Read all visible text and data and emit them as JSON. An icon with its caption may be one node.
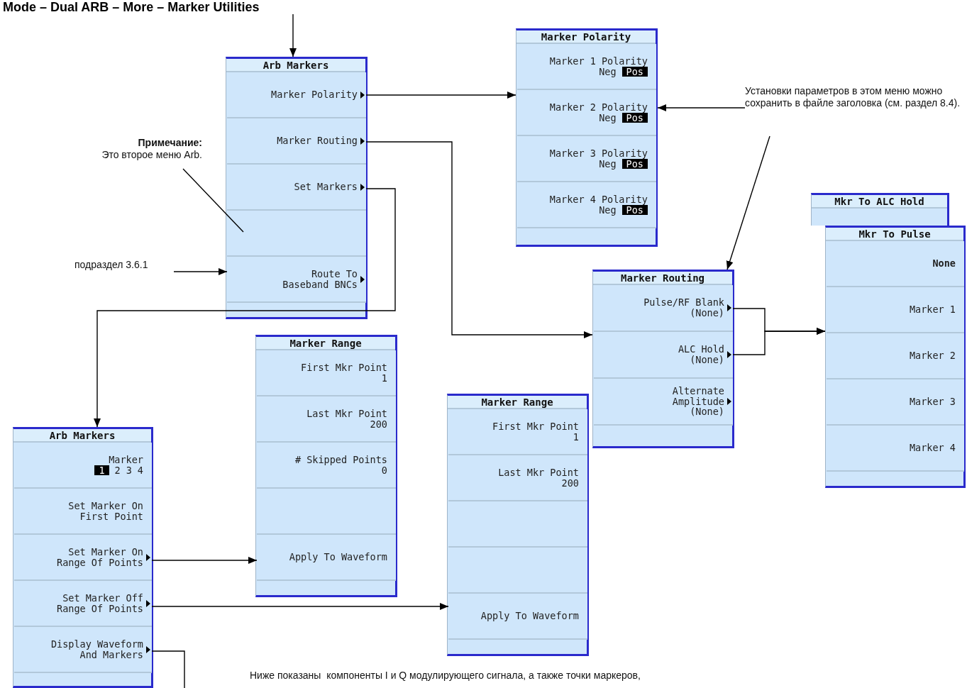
{
  "diagram": {
    "nodes": [
      {
        "text": [
          "Mode – Dual ARB – More – Marker Utilities"
        ]
      },
      {
        "text": [
          "Arb Markers"
        ]
      },
      {
        "text": [
          "Marker Polarity"
        ],
        "in": 1
      },
      {
        "text": [
          "Marker Routing"
        ],
        "in": 1
      },
      {
        "text": [
          "Set Markers"
        ],
        "in": 1
      },
      {
        "text": [],
        "shape": "box",
        "in": 1
      },
      {
        "text": [
          "Route To Baseband BNCs"
        ],
        "in": 1
      },
      {
        "text": [
          "Примечание:",
          "Это второе меню Arb."
        ]
      },
      {
        "text": [
          "подраздел 3.6.1"
        ]
      },
      {
        "text": [
          "Marker Polarity"
        ]
      },
      {
        "text": [
          "Marker 1 Polarity",
          "Neg",
          "Pos"
        ],
        "in": 9
      },
      {
        "text": [
          "Marker 2 Polarity",
          "Neg",
          "Pos"
        ],
        "in": 9
      },
      {
        "text": [
          "Marker 3 Polarity",
          "Neg",
          "Pos"
        ],
        "in": 9
      },
      {
        "text": [
          "Marker 4 Polarity",
          "Neg",
          "Pos"
        ],
        "in": 9
      },
      {
        "text": [
          "Установки параметров в этом меню можно сохранить в файле заголовка (см. раздел 8.4)."
        ]
      },
      {
        "text": [
          "Marker Routing"
        ]
      },
      {
        "text": [
          "Pulse/RF Blank",
          "(None)"
        ],
        "in": 15
      },
      {
        "text": [
          "ALC Hold",
          "(None)"
        ],
        "in": 15
      },
      {
        "text": [
          "Alternate Amplitude",
          "(None)"
        ],
        "in": 15
      },
      {
        "text": [
          "Mkr To ALC Hold"
        ]
      },
      {
        "text": [
          "Mkr To Pulse"
        ]
      },
      {
        "text": [
          "None"
        ],
        "in": 20
      },
      {
        "text": [
          "Marker 1"
        ],
        "in": 20
      },
      {
        "text": [
          "Marker 2"
        ],
        "in": 20
      },
      {
        "text": [
          "Marker 3"
        ],
        "in": 20
      },
      {
        "text": [
          "Marker 4"
        ],
        "in": 20
      },
      {
        "text": [
          "Arb Markers"
        ]
      },
      {
        "text": [
          "Marker",
          "1",
          "2",
          "3",
          "4"
        ],
        "in": 26
      },
      {
        "text": [
          "Set Marker On First Point"
        ],
        "in": 26
      },
      {
        "text": [
          "Set Marker On Range Of Points"
        ],
        "in": 26
      },
      {
        "text": [
          "Set Marker Off Range Of Points"
        ],
        "in": 26
      },
      {
        "text": [
          "Display Waveform And Markers"
        ],
        "in": 26
      },
      {
        "text": [
          "Marker Range"
        ]
      },
      {
        "text": [
          "First Mkr Point",
          "1"
        ],
        "in": 32
      },
      {
        "text": [
          "Last Mkr Point",
          "200"
        ],
        "in": 32
      },
      {
        "text": [
          "# Skipped Points",
          "0"
        ],
        "in": 32
      },
      {
        "text": [],
        "shape": "box",
        "in": 32
      },
      {
        "text": [
          "Apply To Waveform"
        ],
        "in": 32
      },
      {
        "text": [
          "Marker Range"
        ]
      },
      {
        "text": [
          "First Mkr Point",
          "1"
        ],
        "in": 38
      },
      {
        "text": [
          "Last Mkr Point",
          "200"
        ],
        "in": 38
      },
      {
        "text": [],
        "shape": "box",
        "in": 38
      },
      {
        "text": [],
        "shape": "box",
        "in": 38
      },
      {
        "text": [
          "Apply To Waveform"
        ],
        "in": 38
      }
    ],
    "edges": [
      {
        "from": 0,
        "to": 1,
        "arrow": "to"
      },
      {
        "from": 2,
        "to": 9,
        "arrow": "to"
      },
      {
        "from": 3,
        "to": 15,
        "arrow": "to"
      },
      {
        "from": 4,
        "to": 26,
        "arrow": "to"
      },
      {
        "from": 14,
        "to": 9,
        "arrow": "to"
      },
      {
        "from": 14,
        "to": 15,
        "arrow": "to"
      },
      {
        "from": 7,
        "to": 5,
        "arrow": "none"
      },
      {
        "from": 8,
        "to": 6,
        "arrow": "to"
      },
      {
        "from": 16,
        "to": 20,
        "arrow": "to"
      },
      {
        "from": 17,
        "to": 20,
        "arrow": "to"
      },
      {
        "from": 29,
        "to": 37,
        "arrow": "to"
      },
      {
        "from": 30,
        "to": 43,
        "arrow": "to"
      },
      {
        "from": 31,
        "to": null,
        "arrow": "none"
      }
    ],
    "labels": [
      "Ниже показаны  компоненты I и Q модулирующего сигнала, а также точки маркеров,"
    ]
  }
}
